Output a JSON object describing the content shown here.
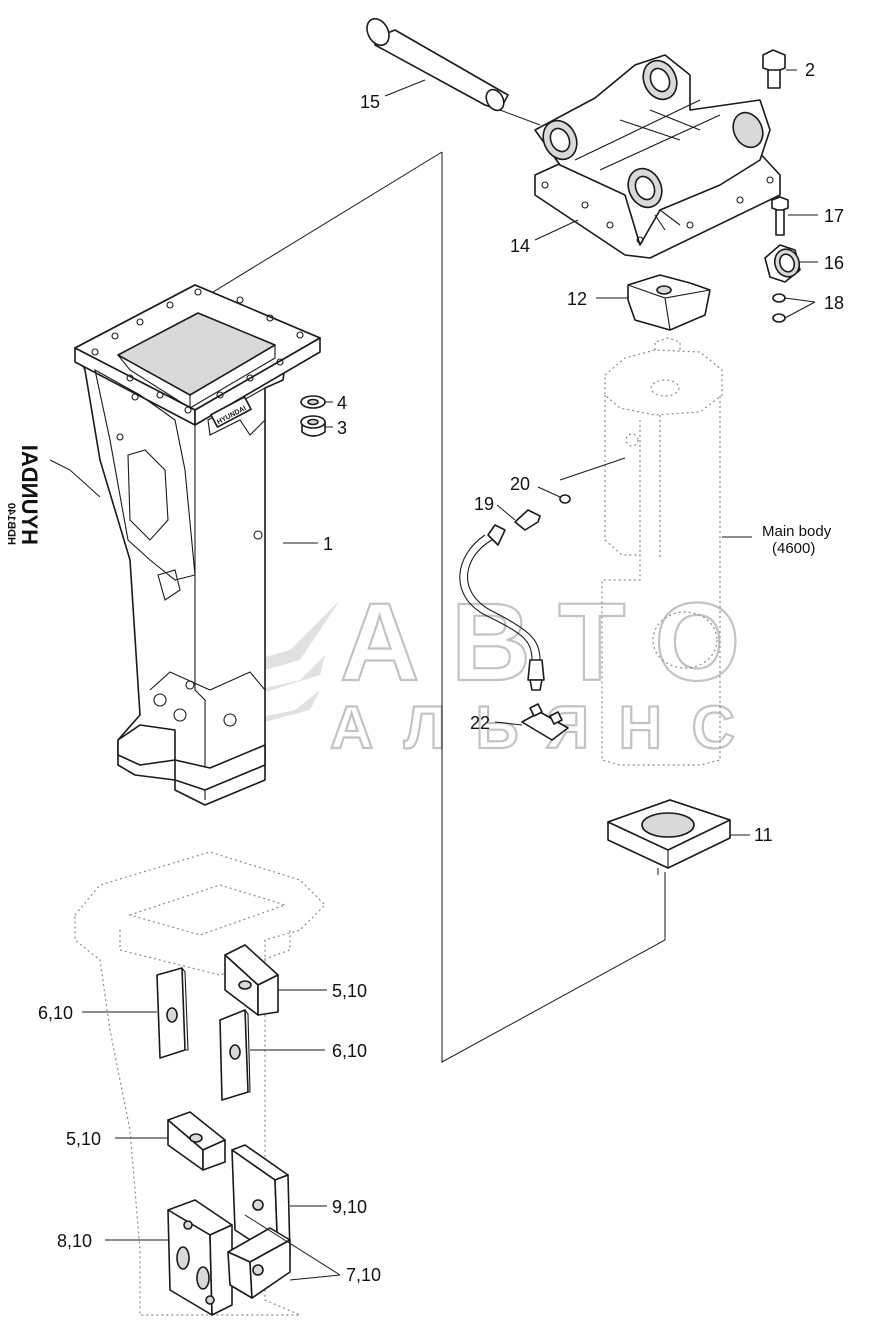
{
  "callouts": {
    "c1": "1",
    "c2": "2",
    "c3": "3",
    "c4": "4",
    "c11": "11",
    "c12": "12",
    "c14": "14",
    "c15": "15",
    "c16": "16",
    "c17": "17",
    "c18": "18",
    "c19": "19",
    "c20": "20",
    "c22": "22",
    "c5_10_a": "5,10",
    "c5_10_b": "5,10",
    "c6_10_a": "6,10",
    "c6_10_b": "6,10",
    "c7_10": "7,10",
    "c8_10": "8,10",
    "c9_10": "9,10"
  },
  "main_body": {
    "label": "Main body",
    "code": "(4600)"
  },
  "side_marking": {
    "brand": "HYUNDAI",
    "model": "HDB140"
  },
  "watermark": {
    "line1": "АВТО",
    "line2": "АЛЬЯНС"
  }
}
